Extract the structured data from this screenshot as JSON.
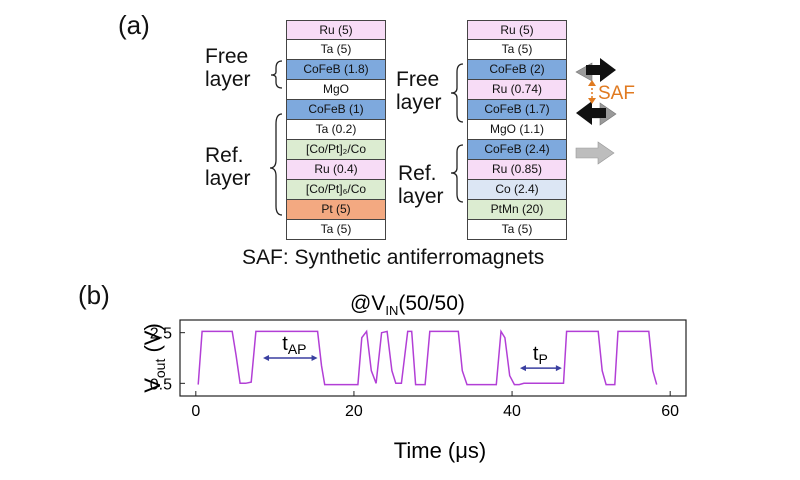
{
  "panel_a": {
    "label": "(a)",
    "stack_left": {
      "layers": [
        {
          "text": "Ru (5)",
          "color": "#f7dcf6"
        },
        {
          "text": "Ta (5)",
          "color": "#ffffff"
        },
        {
          "text": "CoFeB (1.8)",
          "color": "#7ea9dd"
        },
        {
          "text": "MgO",
          "color": "#ffffff"
        },
        {
          "text": "CoFeB (1)",
          "color": "#7ea9dd"
        },
        {
          "text": "Ta (0.2)",
          "color": "#ffffff"
        },
        {
          "text": "[Co/Pt]₂/Co",
          "color": "#dcecd1"
        },
        {
          "text": "Ru (0.4)",
          "color": "#f7dcf6"
        },
        {
          "text": "[Co/Pt]₆/Co",
          "color": "#dcecd1"
        },
        {
          "text": "Pt (5)",
          "color": "#f3a981"
        },
        {
          "text": "Ta (5)",
          "color": "#ffffff"
        }
      ],
      "free_label_1": "Free",
      "free_label_2": "layer",
      "ref_label_1": "Ref.",
      "ref_label_2": "layer"
    },
    "stack_right": {
      "layers": [
        {
          "text": "Ru (5)",
          "color": "#f7dcf6"
        },
        {
          "text": "Ta (5)",
          "color": "#ffffff"
        },
        {
          "text": "CoFeB (2)",
          "color": "#7ea9dd"
        },
        {
          "text": "Ru (0.74)",
          "color": "#f7dcf6"
        },
        {
          "text": "CoFeB (1.7)",
          "color": "#7ea9dd"
        },
        {
          "text": "MgO (1.1)",
          "color": "#ffffff"
        },
        {
          "text": "CoFeB (2.4)",
          "color": "#7ea9dd"
        },
        {
          "text": "Ru (0.85)",
          "color": "#f7dcf6"
        },
        {
          "text": "Co (2.4)",
          "color": "#dce6f4"
        },
        {
          "text": "PtMn (20)",
          "color": "#dcecd1"
        },
        {
          "text": "Ta (5)",
          "color": "#ffffff"
        }
      ],
      "free_label_1": "Free",
      "free_label_2": "layer",
      "ref_label_1": "Ref.",
      "ref_label_2": "layer"
    },
    "saf_tag": "SAF",
    "saf_color": "#e07a20",
    "caption": "SAF: Synthetic antiferromagnets"
  },
  "panel_b": {
    "label": "(b)",
    "annotation_prefix": "@V",
    "annotation_sub": "IN",
    "annotation_suffix": "(50/50)",
    "t_ap_main": "t",
    "t_ap_sub": "AP",
    "t_p_main": "t",
    "t_p_sub": "P",
    "ylabel_main": "V",
    "ylabel_sub": "out",
    "ylabel_unit": " (V)",
    "xlabel": "Time (μs)",
    "line_color": "#b23fd6",
    "arrow_color": "#3a3fa0"
  },
  "chart_data": {
    "type": "line",
    "xlabel": "Time (μs)",
    "ylabel": "Vout (V)",
    "xlim": [
      -2,
      62
    ],
    "ylim": [
      0.0,
      3.0
    ],
    "x_ticks": [
      0,
      20,
      40,
      60
    ],
    "y_ticks": [
      0.5,
      2.5
    ],
    "series": [
      {
        "x": [
          0.3,
          0.8,
          1.3,
          4.6,
          5.1,
          5.6,
          6.3,
          7.0,
          7.6,
          8.1,
          15.4,
          15.9,
          16.3,
          17.0,
          20.5,
          21.0,
          21.6,
          22.2,
          22.8,
          23.5,
          24.2,
          24.8,
          25.3,
          26.0,
          26.8,
          27.3,
          27.8,
          28.4,
          29.0,
          29.6,
          33.2,
          33.7,
          34.3,
          34.8,
          38.0,
          38.6,
          39.1,
          39.7,
          40.3,
          40.9,
          41.5,
          46.5,
          46.9,
          47.4,
          50.9,
          51.4,
          51.9,
          53.0,
          53.4,
          53.9,
          57.3,
          57.8,
          58.3
        ],
        "y": [
          0.45,
          2.55,
          2.55,
          2.55,
          1.6,
          0.5,
          0.5,
          0.55,
          2.55,
          2.55,
          2.55,
          1.2,
          0.45,
          0.45,
          0.45,
          2.3,
          2.55,
          1.0,
          0.5,
          2.5,
          2.55,
          1.0,
          0.5,
          0.5,
          2.55,
          2.55,
          0.45,
          0.45,
          0.45,
          2.55,
          2.55,
          1.0,
          0.45,
          0.45,
          0.45,
          2.55,
          2.3,
          0.8,
          0.45,
          0.45,
          0.5,
          0.5,
          2.55,
          2.55,
          2.55,
          1.0,
          0.45,
          0.45,
          2.55,
          2.55,
          2.55,
          1.0,
          0.45
        ]
      }
    ],
    "annotations": [
      {
        "text": "tAP",
        "x_from": 8.5,
        "x_to": 15.4,
        "y": 1.5
      },
      {
        "text": "tP",
        "x_from": 41.0,
        "x_to": 46.3,
        "y": 1.1
      }
    ]
  }
}
